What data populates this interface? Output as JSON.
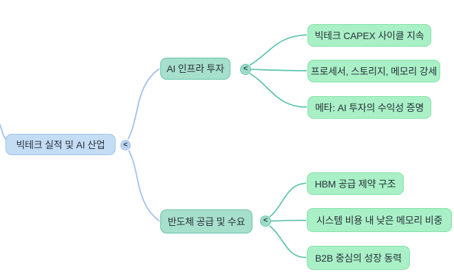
{
  "ui": {
    "collapse_glyph": "<"
  },
  "mindmap": {
    "root": {
      "label": "빅테크 실적 및 AI 산업"
    },
    "branches": [
      {
        "label": "AI 인프라 투자",
        "children": [
          {
            "label": "빅테크 CAPEX 사이클 지속"
          },
          {
            "label": "프로세서, 스토리지, 메모리 강세"
          },
          {
            "label": "메타: AI 투자의 수익성 증명"
          }
        ]
      },
      {
        "label": "반도체 공급 및 수요",
        "children": [
          {
            "label": "HBM 공급 제약 구조"
          },
          {
            "label": "시스템 비용 내 낮은 메모리 비중"
          },
          {
            "label": "B2B 중심의 성장 동력"
          }
        ]
      }
    ]
  },
  "colors": {
    "background": "#ffffff",
    "root_fill": "#c4ddf5",
    "root_border": "#9cc0ea",
    "branch_fill": "#a6dfcb",
    "branch_border": "#66c3ab",
    "leaf_fill": "#a9f0c6",
    "leaf_border": "#85e2a8",
    "edge_primary_blue": "#a9c3ef",
    "edge_secondary_teal": "#5ec4ae",
    "text": "#28303a"
  }
}
